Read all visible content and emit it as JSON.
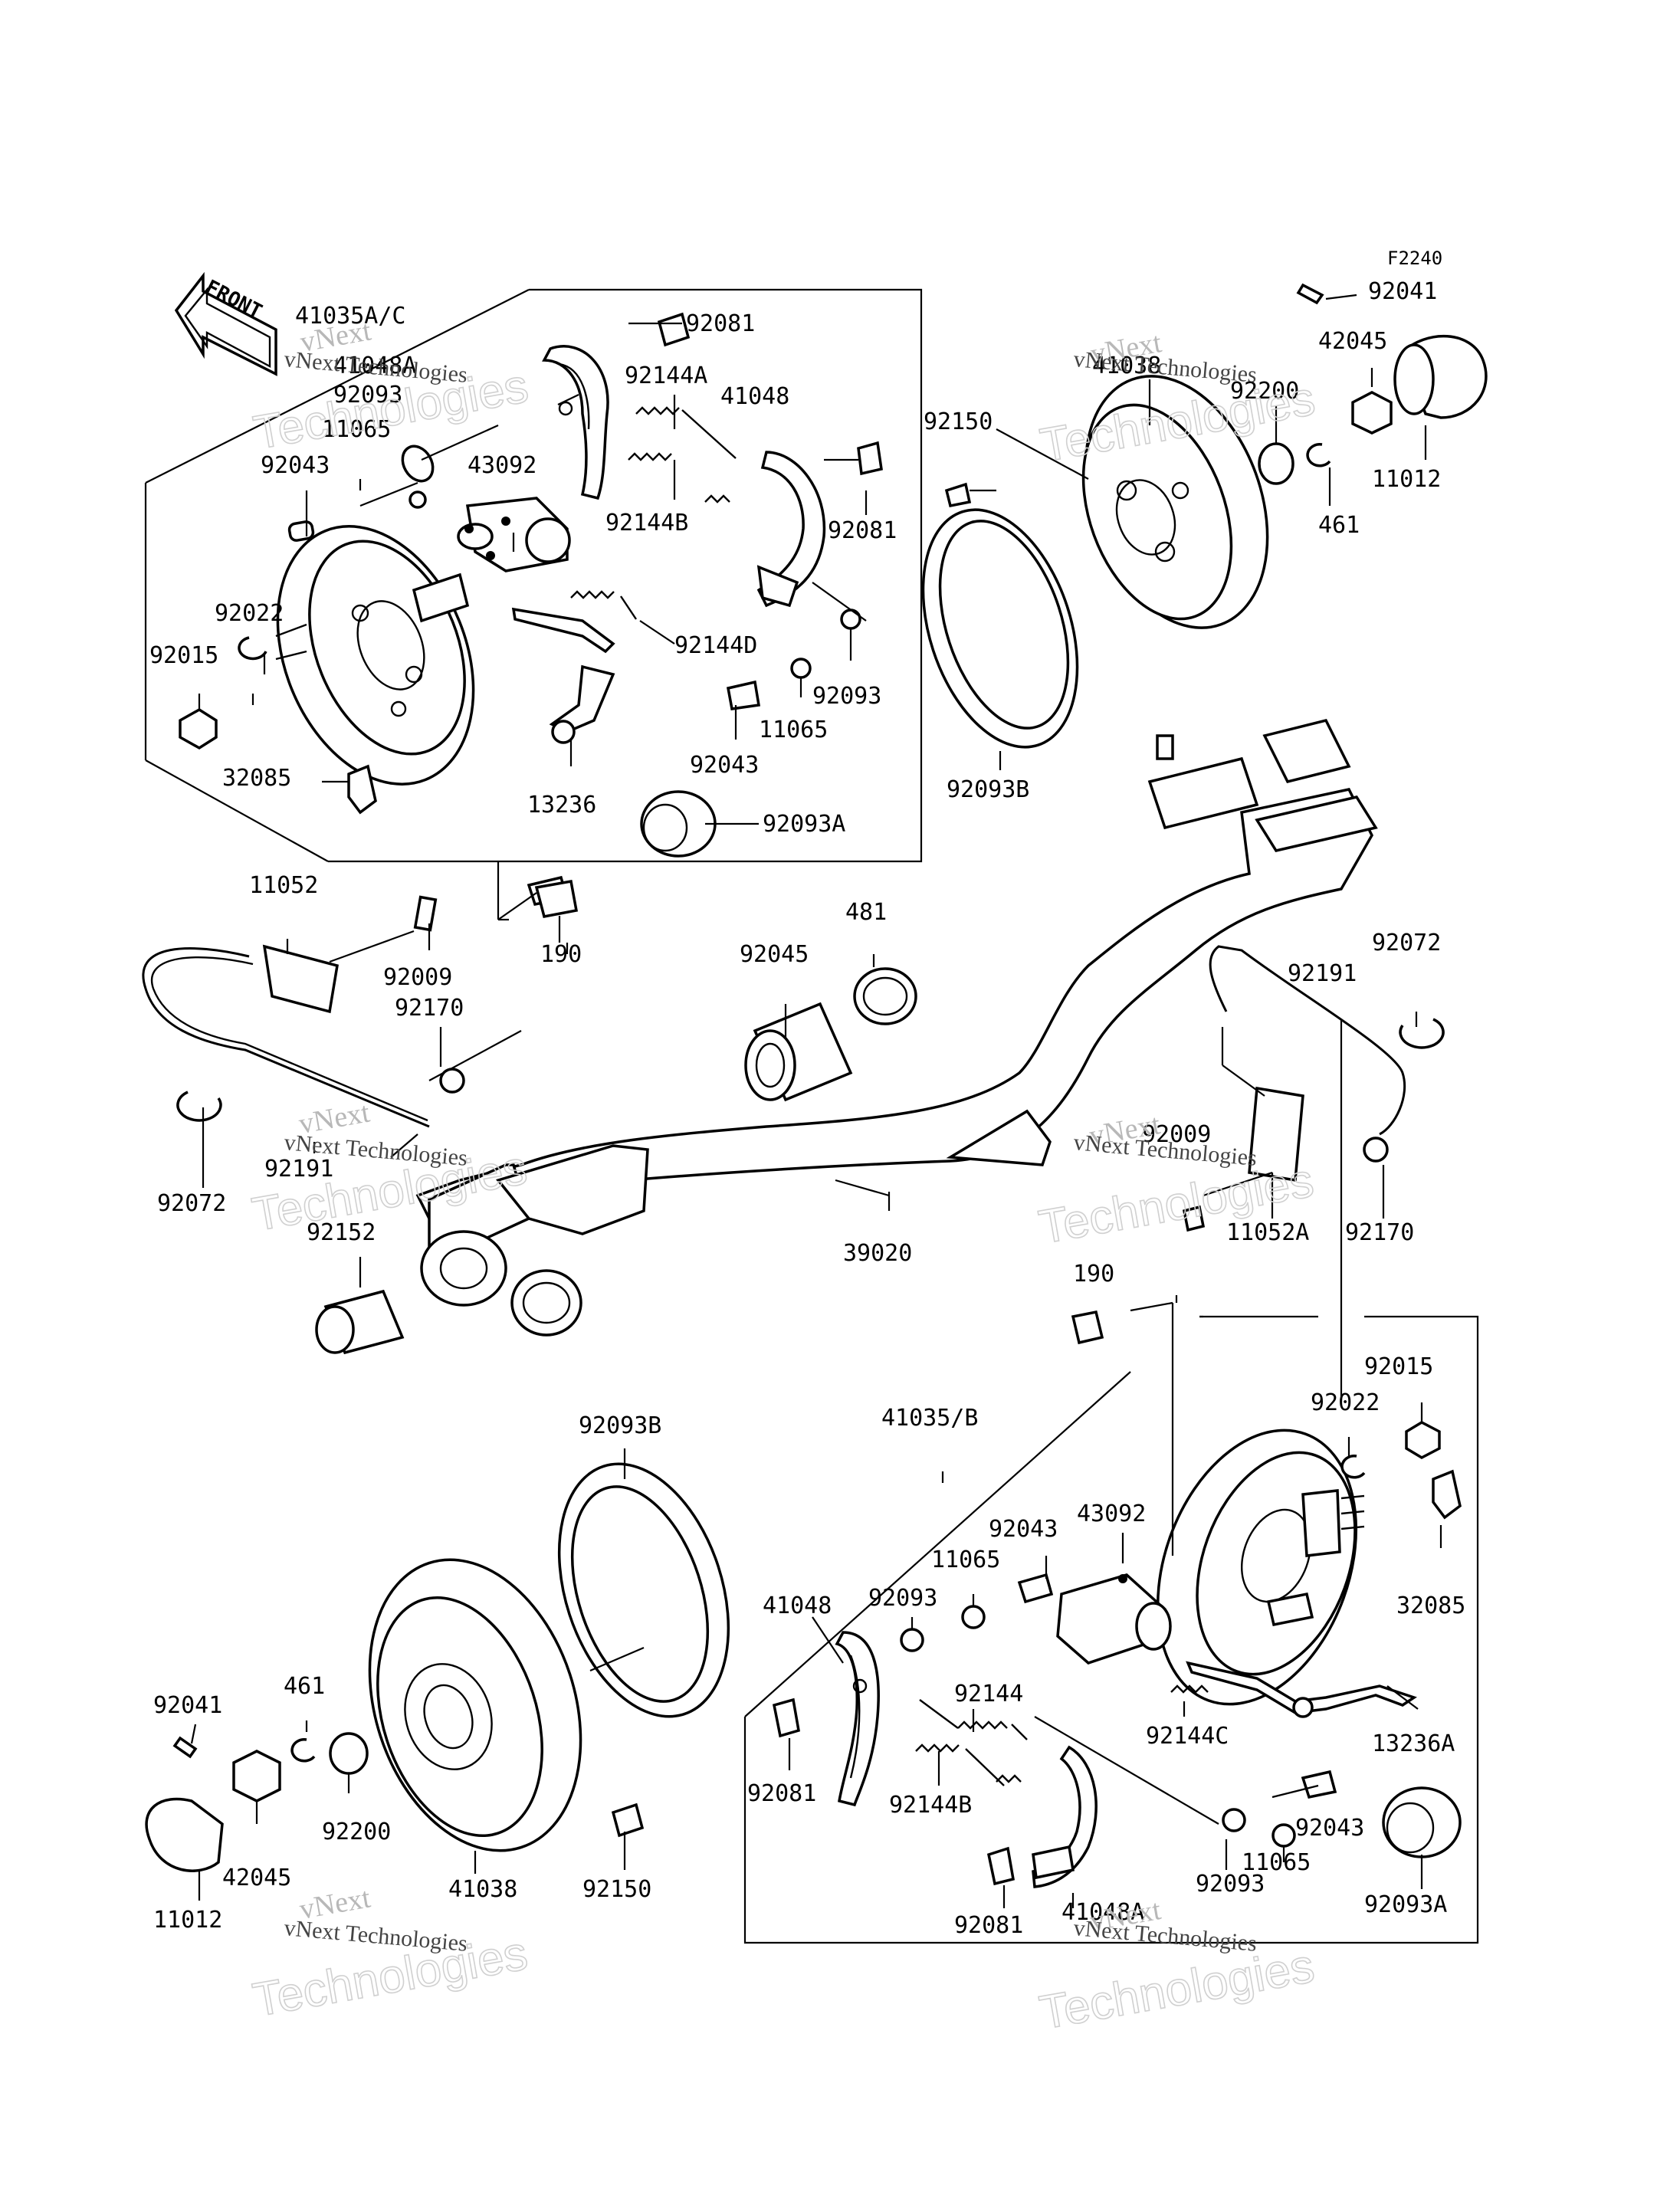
{
  "diagram": {
    "code": "F2240",
    "front_label": "FRONT",
    "watermark": {
      "line1": "vNext",
      "line2": "Technologies",
      "caption": "vNext Technologies"
    },
    "part_labels": {
      "p41035AC": "41035A/C",
      "p41048A_top": "41048A",
      "p92081_tl": "92081",
      "p92093_tl": "92093",
      "p11065_tl": "11065",
      "p92043_tl": "92043",
      "p43092_tl": "43092",
      "p92144A": "92144A",
      "p41048_top": "41048",
      "p92144B_top": "92144B",
      "p92081_tr": "92081",
      "p92022_tl": "92022",
      "p92015_tl": "92015",
      "p92144D": "92144D",
      "p92093_tm": "92093",
      "p11065_tm": "11065",
      "p92043_tm": "92043",
      "p32085_tl": "32085",
      "p13236": "13236",
      "p92093A_top": "92093A",
      "pF2240": "F2240",
      "p92041_top": "92041",
      "p42045_top": "42045",
      "p41038_top": "41038",
      "p92200_top": "92200",
      "p92150_top": "92150",
      "p11012_top": "11012",
      "p461_top": "461",
      "p92093B_top": "92093B",
      "p11052": "11052",
      "p92009_l": "92009",
      "p190_l": "190",
      "p92170_l": "92170",
      "p92045": "92045",
      "p481": "481",
      "p92072_r": "92072",
      "p92191_r": "92191",
      "p92009_r": "92009",
      "p92191_l": "92191",
      "p92072_l": "92072",
      "p92152": "92152",
      "p39020": "39020",
      "p11052A": "11052A",
      "p92170_r": "92170",
      "p190_r": "190",
      "p92015_br": "92015",
      "p92022_br": "92022",
      "p92093B_bot": "92093B",
      "p41035B": "41035/B",
      "p43092_br": "43092",
      "p92043_br1": "92043",
      "p11065_br1": "11065",
      "p41048_br": "41048",
      "p92093_br1": "92093",
      "p32085_br": "32085",
      "p92144": "92144",
      "p92144C": "92144C",
      "p13236A": "13236A",
      "p92041_bot": "92041",
      "p461_bot": "461",
      "p92081_br1": "92081",
      "p92144B_bot": "92144B",
      "p92043_br2": "92043",
      "p92093A_bot": "92093A",
      "p11065_br2": "11065",
      "p92200_bot": "92200",
      "p41038_bot": "41038",
      "p92150_bot": "92150",
      "p42045_bot": "42045",
      "p92093_br2": "92093",
      "p11012_bot": "11012",
      "p92081_br2": "92081",
      "p41048A_bot": "41048A"
    }
  }
}
